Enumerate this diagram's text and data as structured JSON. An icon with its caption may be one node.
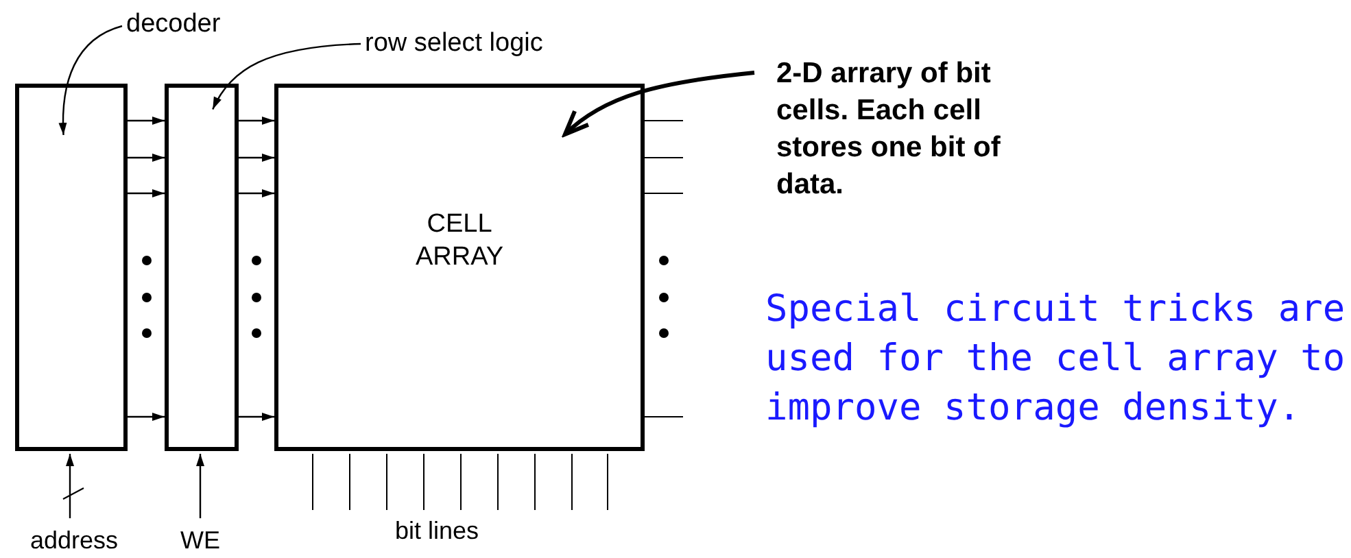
{
  "diagram": {
    "nodes": [
      {
        "text": [],
        "shape": "box"
      },
      {
        "text": [],
        "shape": "box"
      },
      {
        "text": [
          "CELL ARRAY"
        ]
      },
      {
        "text": [
          "decoder"
        ]
      },
      {
        "text": [
          "row select logic"
        ]
      },
      {
        "text": [
          "2-D arrary of bit cells. Each cell stores one bit of data."
        ]
      },
      {
        "text": [
          "address"
        ]
      },
      {
        "text": [
          "WE"
        ]
      }
    ],
    "edges": [
      {
        "from": 3,
        "to": 0,
        "arrow": "to"
      },
      {
        "from": 4,
        "to": 1,
        "arrow": "to"
      },
      {
        "from": 5,
        "to": 2,
        "arrow": "to",
        "style": "thick"
      },
      {
        "from": 0,
        "to": 1,
        "arrow": "to"
      },
      {
        "from": 0,
        "to": 1,
        "arrow": "to"
      },
      {
        "from": 0,
        "to": 1,
        "arrow": "to"
      },
      {
        "from": 0,
        "to": 1,
        "arrow": "to"
      },
      {
        "from": 1,
        "to": 2,
        "arrow": "to"
      },
      {
        "from": 1,
        "to": 2,
        "arrow": "to"
      },
      {
        "from": 1,
        "to": 2,
        "arrow": "to"
      },
      {
        "from": 1,
        "to": 2,
        "arrow": "to"
      },
      {
        "from": 6,
        "to": 0,
        "arrow": "to"
      },
      {
        "from": 7,
        "to": 1,
        "arrow": "to"
      }
    ],
    "labels": [
      "Special circuit tricks are used for the cell array to improve storage density.",
      "bit lines"
    ]
  }
}
